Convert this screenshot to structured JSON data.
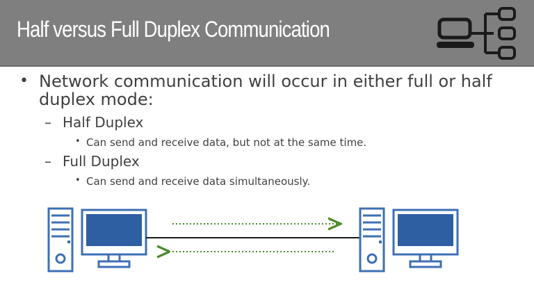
{
  "slide": {
    "title": "Half versus  Full Duplex Communication",
    "logo_icon": "network-topology-icon"
  },
  "bullets": {
    "intro": "Network communication will occur in either full or half duplex mode:",
    "half_duplex": {
      "label": "Half Duplex",
      "detail": "Can send and receive data, but not at the same time."
    },
    "full_duplex": {
      "label": "Full Duplex",
      "detail": "Can send and receive data simultaneously."
    },
    "marker_level1": "•",
    "marker_level2": "–",
    "marker_level3": "•"
  },
  "diagram": {
    "left_device": "desktop-computer-icon",
    "right_device": "desktop-computer-icon",
    "arrow_color": "#4a8a2a",
    "computer_color": "#3d6fb4",
    "screen_color": "#2e5fa3"
  }
}
